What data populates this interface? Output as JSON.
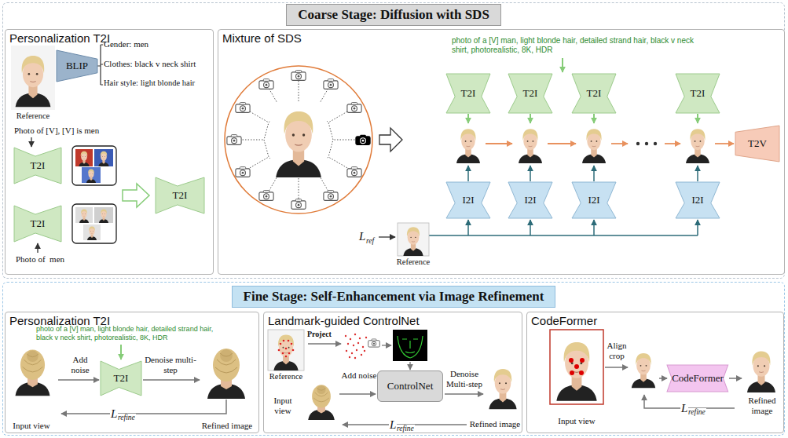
{
  "diagram": {
    "nodes": [
      {
        "text": [
          "Coarse Stage: Diffusion with SDS"
        ]
      },
      {
        "text": [
          "Personalization T2I"
        ],
        "in": 0
      },
      {
        "text": [
          "BLIP"
        ],
        "in": 1
      },
      {
        "text": [
          "T2I"
        ],
        "in": 1
      },
      {
        "text": [
          "T2I"
        ],
        "in": 1
      },
      {
        "text": [
          "T2I"
        ],
        "in": 1
      },
      {
        "text": [
          "Mixture of SDS"
        ],
        "in": 0
      },
      {
        "text": [
          "T2I"
        ],
        "in": 6
      },
      {
        "text": [
          "T2I"
        ],
        "in": 6
      },
      {
        "text": [
          "T2I"
        ],
        "in": 6
      },
      {
        "text": [
          "T2I"
        ],
        "in": 6
      },
      {
        "text": [
          "I2I"
        ],
        "in": 6
      },
      {
        "text": [
          "I2I"
        ],
        "in": 6
      },
      {
        "text": [
          "I2I"
        ],
        "in": 6
      },
      {
        "text": [
          "I2I"
        ],
        "in": 6
      },
      {
        "text": [
          "T2V"
        ],
        "in": 6
      },
      {
        "text": [
          "Fine Stage: Self-Enhancement via Image Refinement"
        ]
      },
      {
        "text": [
          "Personalization T2I"
        ],
        "in": 16
      },
      {
        "text": [
          "T2I"
        ],
        "in": 17
      },
      {
        "text": [
          "Landmark-guided ControlNet"
        ],
        "in": 16
      },
      {
        "text": [
          "ControlNet"
        ],
        "in": 19
      },
      {
        "text": [
          "CodeFormer"
        ],
        "in": 16
      },
      {
        "text": [
          "CodeFormer"
        ],
        "in": 21
      }
    ],
    "labels": [
      "Reference",
      "Gender: men",
      "Clothes: black v neck shirt",
      "Hair style: light blonde hair",
      "Photo of [V], [V] is men",
      "Photo of  men",
      "photo of a [V] man, light blonde hair, detailed strand hair, black v neck shirt, photorealistic, 8K, HDR",
      "L",
      "ref",
      "Reference",
      "photo of a [V] man, light blonde hair, detailed strand hair, black v neck shirt, photorealistic, 8K, HDR",
      "Add noise",
      "Denoise multi-step",
      "Input view",
      "L",
      "refine",
      "Refined image",
      "Reference",
      "Project",
      "Input view",
      "Add noise",
      "Denoise Multi-step",
      "Refined image",
      "L",
      "refine",
      "Align crop",
      "Input view",
      "Refined image",
      "L",
      "refine"
    ]
  }
}
